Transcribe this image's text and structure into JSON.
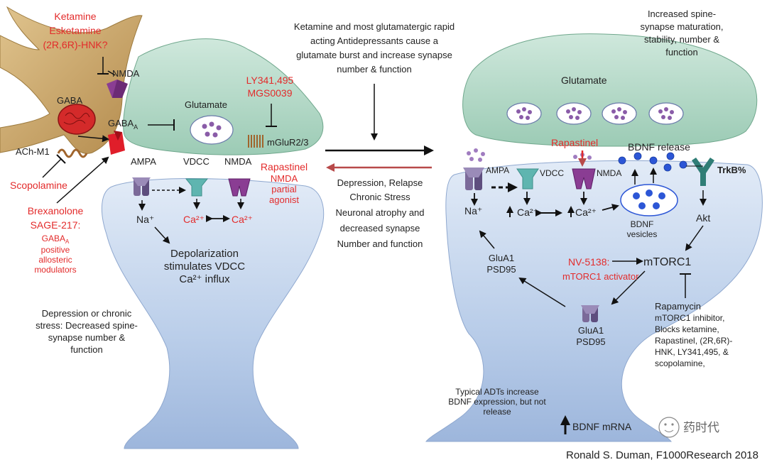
{
  "left": {
    "drugs_top": [
      "Ketamine",
      "Esketamine",
      "(2R,6R)-HNK?"
    ],
    "nmda_inter": "NMDA",
    "gaba_cell": "GABA",
    "gaba_a_receptor": "GABA",
    "gaba_a_sub": "A",
    "ach_m1": "ACh-M1",
    "scopolamine": "Scopolamine",
    "brex": [
      "Brexanolone",
      "SAGE-217:"
    ],
    "gaba_mod_l1": "GABA",
    "gaba_mod_sub": "A",
    "gaba_mod_rest": [
      "positive",
      "allosteric",
      "modulators"
    ],
    "glutamate": "Glutamate",
    "ly_mgs": [
      "LY341,495",
      "MGS0039"
    ],
    "mglur": "mGluR2/3",
    "ampa": "AMPA",
    "vdcc": "VDCC",
    "nmda": "NMDA",
    "rapastinel": [
      "Rapastinel",
      "NMDA",
      "partial",
      "agonist"
    ],
    "na": "Na⁺",
    "ca1": "Ca²⁺",
    "ca2": "Ca²⁺",
    "depol": [
      "Depolarization",
      "stimulates VDCC",
      "Ca²⁺ influx"
    ],
    "depression": [
      "Depression or chronic",
      "stress: Decreased spine-",
      "synapse number &",
      "function"
    ]
  },
  "middle": {
    "top_text": [
      "Ketamine and most glutamatergic rapid",
      "acting Antidepressants cause a",
      "glutamate burst and increase synapse",
      "number & function"
    ],
    "bottom_text": [
      "Depression, Relapse",
      "Chronic Stress",
      "Neuronal atrophy and",
      "decreased synapse",
      "Number and function"
    ]
  },
  "right": {
    "increased": [
      "Increased spine-",
      "synapse maturation,",
      "stability, number &",
      "function"
    ],
    "glutamate": "Glutamate",
    "rapastinel": "Rapastinel",
    "bdnf_release": "BDNF release",
    "ampa": "AMPA",
    "vdcc": "VDCC",
    "nmda": "NMDA",
    "trkb": "TrkB%",
    "na": "Na⁺",
    "ca1": "Ca²⁺",
    "ca2": "Ca²⁺",
    "bdnf_vesicles": [
      "BDNF",
      "vesicles"
    ],
    "akt": "Akt",
    "glua1_top": [
      "GluA1",
      "PSD95"
    ],
    "nv5138": "NV-5138:",
    "mtorc1_activator": "mTORC1 activator",
    "mtorc1": "mTORC1",
    "rapamycin": [
      "Rapamycin",
      "mTORC1 inhibitor,",
      "Blocks ketamine,",
      "Rapastinel, (2R,6R)-",
      "HNK, LY341,495, &",
      "scopolamine,"
    ],
    "glua1_bottom": [
      "GluA1",
      "PSD95"
    ],
    "typical": [
      "Typical ADTs increase",
      "BDNF expression, but not",
      "release"
    ],
    "bdnf_mrna": "BDNF mRNA"
  },
  "watermark": "药时代",
  "citation": "Ronald S. Duman, F1000Research 2018",
  "colors": {
    "red_text": "#e32b2b",
    "neuron_blue": "#c8d8ee",
    "presynapse_green": "#b8dccb",
    "gaba_tan": "#c9a468",
    "ampa_purple": "#7b6a99",
    "vdcc_teal": "#5fb5b0",
    "nmda_purple": "#8a3d93"
  }
}
